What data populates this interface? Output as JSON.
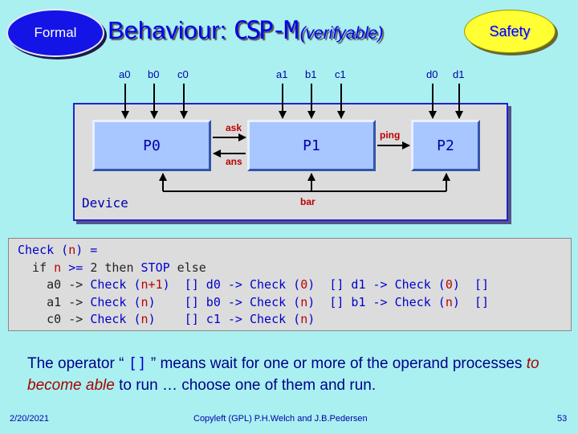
{
  "header": {
    "badge_left": "Formal",
    "title_main": "Behaviour: ",
    "title_csp": "CSP-M",
    "title_note": "(verifyable)",
    "badge_right": "Safety"
  },
  "diagram": {
    "device_label": "Device",
    "processes": [
      "P0",
      "P1",
      "P2"
    ],
    "external_channels": [
      "a0",
      "b0",
      "c0",
      "a1",
      "b1",
      "c1",
      "d0",
      "d1"
    ],
    "internal_channels": [
      "ask",
      "ans",
      "ping",
      "bar"
    ],
    "colors": {
      "device_border": "#2222cc",
      "process_fill": "#a8c6ff",
      "channel_label": "#bb0000",
      "line": "#000000"
    }
  },
  "code": {
    "lines": [
      [
        [
          "Check",
          "b"
        ],
        [
          " (",
          "b"
        ],
        [
          "n",
          "r"
        ],
        [
          ") =",
          "b"
        ]
      ],
      [
        [
          "  if ",
          "k"
        ],
        [
          "n",
          "r"
        ],
        [
          " >= ",
          "b"
        ],
        [
          "2",
          "k"
        ],
        [
          " then ",
          "k"
        ],
        [
          "STOP",
          "b"
        ],
        [
          " else",
          "k"
        ]
      ],
      [
        [
          "    a0 -> ",
          "k"
        ],
        [
          "Check",
          "b"
        ],
        [
          " (",
          "b"
        ],
        [
          "n+1",
          "r"
        ],
        [
          ")  [] d0 -> ",
          "b"
        ],
        [
          "Check",
          "b"
        ],
        [
          " (",
          "b"
        ],
        [
          "0",
          "r"
        ],
        [
          ")  [] d1 -> ",
          "b"
        ],
        [
          "Check",
          "b"
        ],
        [
          " (",
          "b"
        ],
        [
          "0",
          "r"
        ],
        [
          ")  []",
          "b"
        ]
      ],
      [
        [
          "    a1 -> ",
          "k"
        ],
        [
          "Check",
          "b"
        ],
        [
          " (",
          "b"
        ],
        [
          "n",
          "r"
        ],
        [
          ")    [] b0 -> ",
          "b"
        ],
        [
          "Check",
          "b"
        ],
        [
          " (",
          "b"
        ],
        [
          "n",
          "r"
        ],
        [
          ")  [] b1 -> ",
          "b"
        ],
        [
          "Check",
          "b"
        ],
        [
          " (",
          "b"
        ],
        [
          "n",
          "r"
        ],
        [
          ")  []",
          "b"
        ]
      ],
      [
        [
          "    c0 -> ",
          "k"
        ],
        [
          "Check",
          "b"
        ],
        [
          " (",
          "b"
        ],
        [
          "n",
          "r"
        ],
        [
          ")    [] c1 -> ",
          "b"
        ],
        [
          "Check",
          "b"
        ],
        [
          " (",
          "b"
        ],
        [
          "n",
          "r"
        ],
        [
          ")",
          "b"
        ]
      ]
    ]
  },
  "caption": {
    "part1": "The operator “ ",
    "operator": "[]",
    "part2": " ” means wait for one or more of the operand processes ",
    "emphasis": "to become able",
    "part3": " to run … choose one of them and run."
  },
  "footer": {
    "date": "2/20/2021",
    "credit": "Copyleft (GPL) P.H.Welch and J.B.Pedersen",
    "page": "53"
  }
}
